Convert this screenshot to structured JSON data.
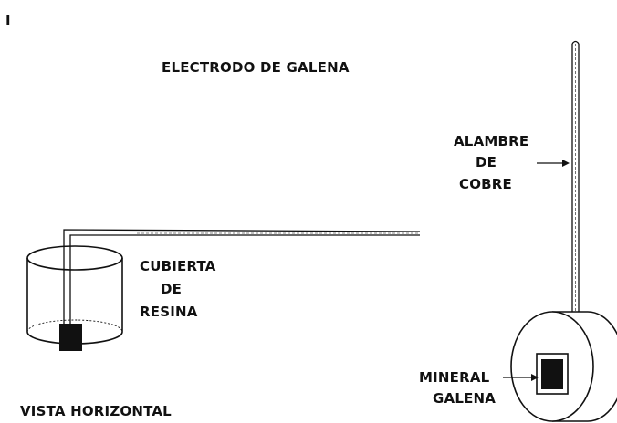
{
  "title": "ELECTRODO DE GALENA",
  "corner_mark": "I",
  "labels": {
    "wire": [
      "ALAMBRE",
      "DE",
      "COBRE"
    ],
    "coating": [
      "CUBIERTA",
      "DE",
      "RESINA"
    ],
    "mineral": [
      "MINERAL",
      "GALENA"
    ],
    "view": "VISTA HORIZONTAL"
  }
}
